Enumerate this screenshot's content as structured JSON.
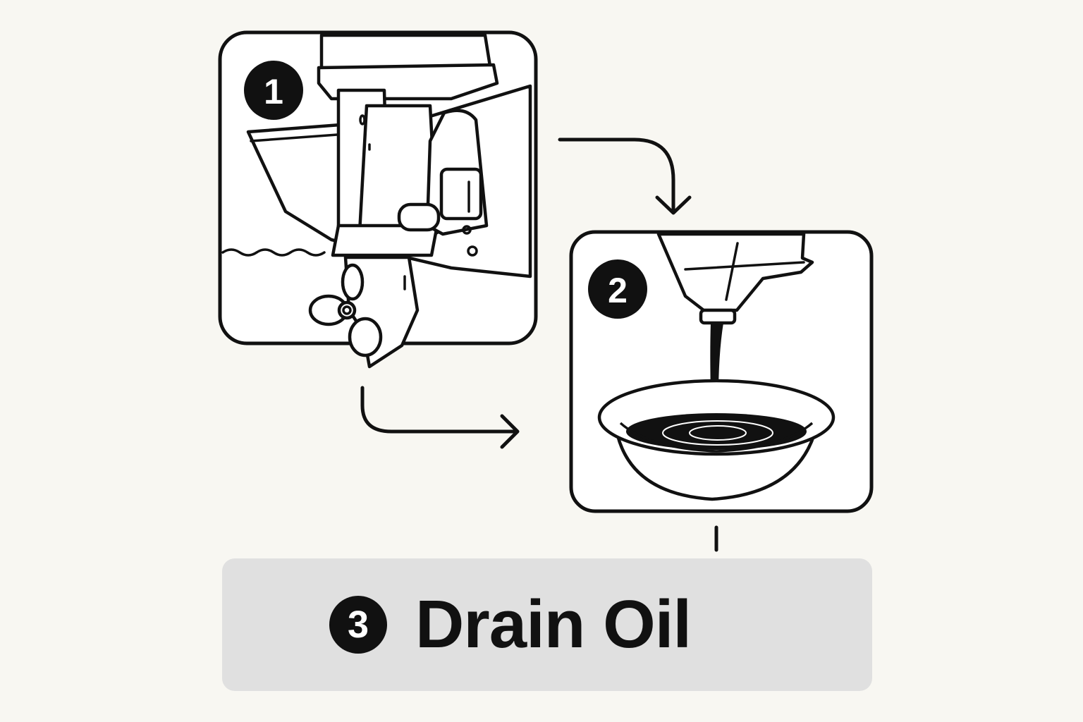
{
  "steps": [
    {
      "number": "1"
    },
    {
      "number": "2"
    },
    {
      "number": "3",
      "label": "Drain Oil"
    }
  ],
  "colors": {
    "background": "#f8f7f2",
    "ink": "#111111",
    "banner": "#e0e0e0"
  },
  "icons": [
    "outboard-motor-icon",
    "drain-pan-icon",
    "arrow-right-icon",
    "arrow-down-icon"
  ]
}
